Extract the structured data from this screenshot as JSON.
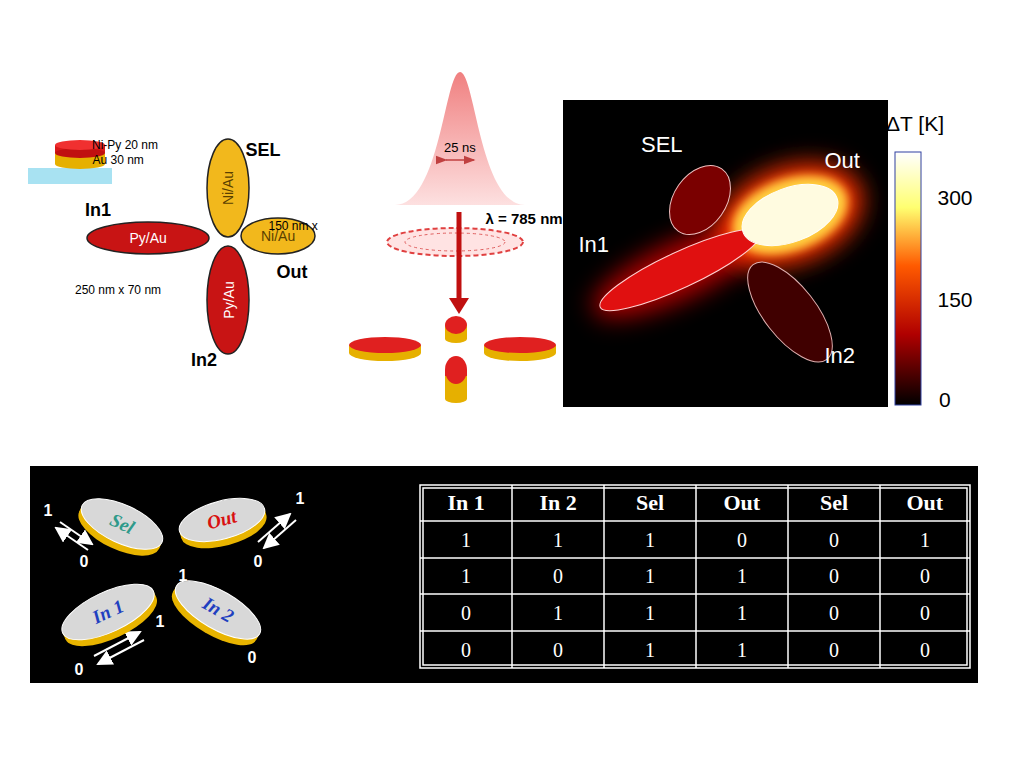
{
  "diagram": {
    "nodes": [
      {
        "text": [
          "SEL",
          "Ni/Au"
        ]
      },
      {
        "text": [
          "In1",
          "Py/Au"
        ]
      },
      {
        "text": [
          "Out",
          "Ni/Au"
        ]
      },
      {
        "text": [
          "In2",
          "Py/Au"
        ]
      },
      {
        "text": [
          "Sel"
        ]
      },
      {
        "text": [
          "Out"
        ]
      },
      {
        "text": [
          "In 1"
        ]
      },
      {
        "text": [
          "In 2"
        ]
      }
    ],
    "labels": [
      "Ni-Py 20 nm",
      "Au 30 nm",
      "150 nm x",
      "250 nm x 70 nm",
      "25 ns",
      "λ = 785 nm",
      "SEL",
      "Out",
      "In1",
      "In2",
      "ΔT [K]",
      "300",
      "150",
      "0",
      "1",
      "0",
      "1",
      "0",
      "0",
      "1",
      "1",
      "0",
      "In 1",
      "In 2",
      "Sel",
      "Out",
      "Sel",
      "Out",
      "1",
      "1",
      "1",
      "0",
      "0",
      "1",
      "1",
      "0",
      "1",
      "1",
      "0",
      "0",
      "0",
      "1",
      "1",
      "1",
      "0",
      "0",
      "0",
      "0",
      "1",
      "1",
      "0",
      "0"
    ]
  }
}
